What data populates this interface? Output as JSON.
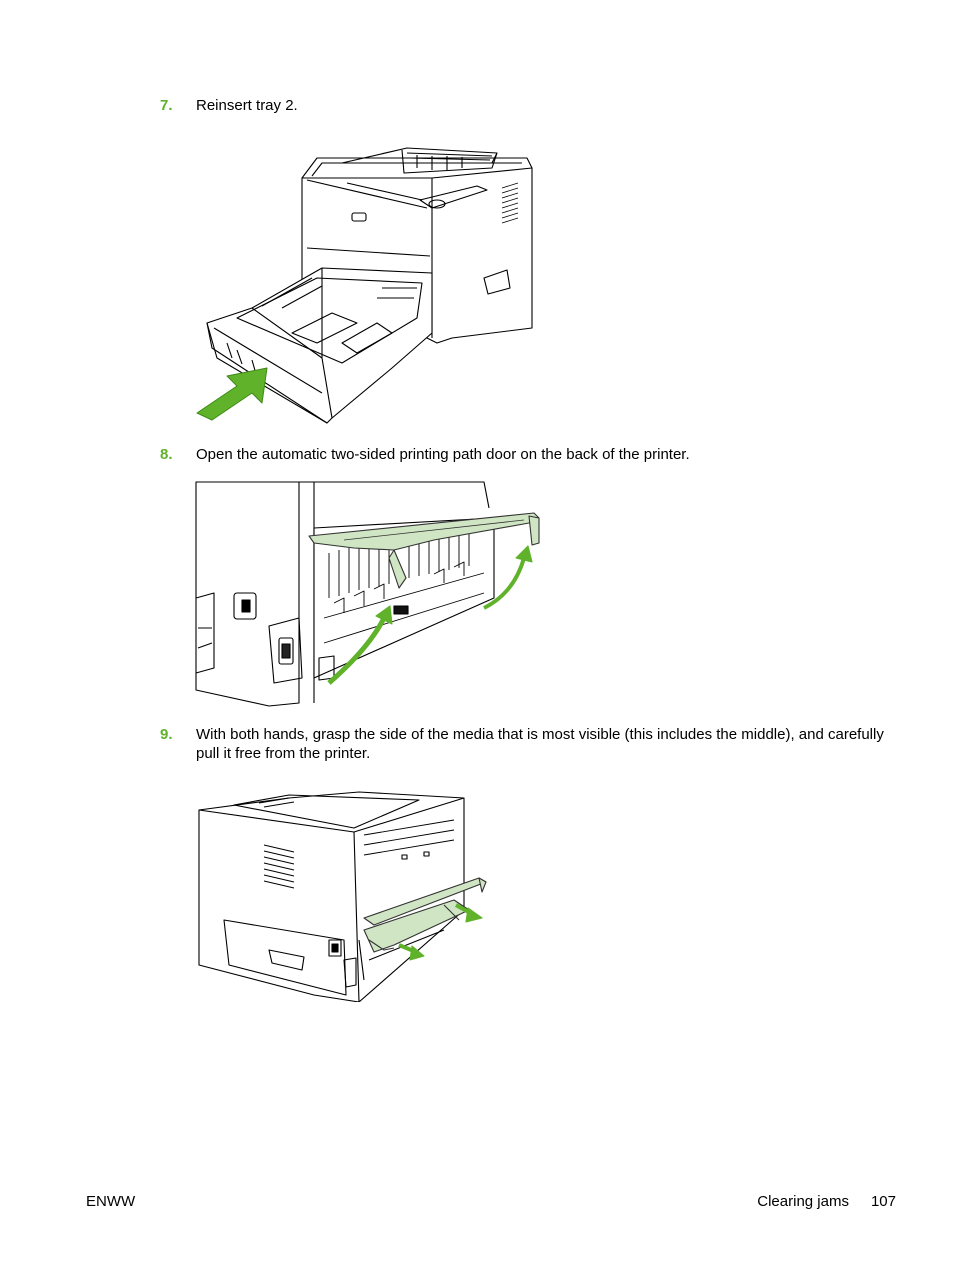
{
  "steps": [
    {
      "number": "7.",
      "text": "Reinsert tray 2."
    },
    {
      "number": "8.",
      "text": "Open the automatic two-sided printing path door on the back of the printer."
    },
    {
      "number": "9.",
      "text": "With both hands, grasp the side of the media that is most visible (this includes the middle), and carefully pull it free from the printer."
    }
  ],
  "figures": [
    {
      "subject": "printer-front-with-tray-2-being-reinserted",
      "arrow_color": "#5fb22a"
    },
    {
      "subject": "printer-back-duplex-door-opening",
      "arrow_color": "#5fb22a",
      "panel_color": "#cfe5c3"
    },
    {
      "subject": "printer-back-pulling-jammed-media",
      "arrow_color": "#5fb22a",
      "panel_color": "#cfe5c3"
    }
  ],
  "footer": {
    "left": "ENWW",
    "section": "Clearing jams",
    "page": "107"
  },
  "colors": {
    "step_number": "#5fb22a",
    "text": "#000000",
    "background": "#ffffff"
  }
}
